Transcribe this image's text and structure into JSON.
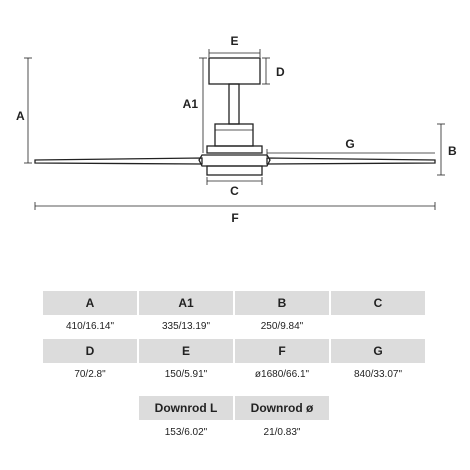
{
  "diagram": {
    "labels": {
      "a": "A",
      "a1": "A1",
      "b": "B",
      "c": "C",
      "d": "D",
      "e": "E",
      "f": "F",
      "g": "G"
    }
  },
  "dimensions_table": {
    "rows": [
      [
        {
          "header": "A",
          "value": "410/16.14\""
        },
        {
          "header": "A1",
          "value": "335/13.19\""
        },
        {
          "header": "B",
          "value": "250/9.84\""
        },
        {
          "header": "C",
          "value": ""
        }
      ],
      [
        {
          "header": "D",
          "value": "70/2.8\""
        },
        {
          "header": "E",
          "value": "150/5.91\""
        },
        {
          "header": "F",
          "value": "ø1680/66.1\""
        },
        {
          "header": "G",
          "value": "840/33.07\""
        }
      ],
      [
        {
          "header": "Downrod L",
          "value": "153/6.02\""
        },
        {
          "header": "Downrod ø",
          "value": "21/0.83\""
        }
      ]
    ]
  },
  "colors": {
    "line": "#222222",
    "header_bg": "#dcdcdc",
    "background": "#ffffff"
  }
}
